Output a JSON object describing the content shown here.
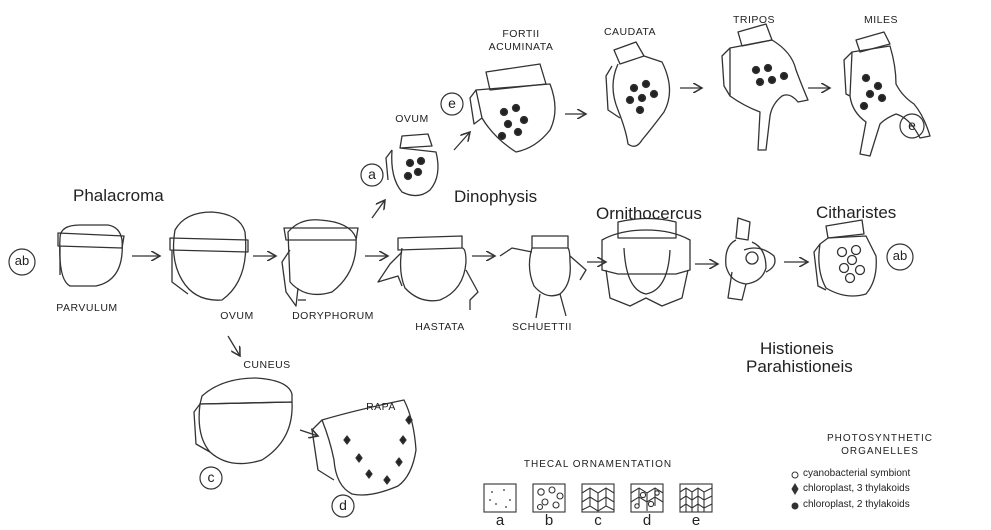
{
  "genera": {
    "phalacroma": "Phalacroma",
    "dinophysis": "Dinophysis",
    "ornithocercus": "Ornithocercus",
    "citharistes": "Citharistes",
    "histioneis": "Histioneis",
    "parahistioneis": "Parahistioneis"
  },
  "species": {
    "fortii": "FORTII",
    "acuminata": "ACUMINATA",
    "caudata": "CAUDATA",
    "tripos": "TRIPOS",
    "miles": "MILES",
    "ovum_top": "OVUM",
    "parvulum": "PARVULUM",
    "ovum_phal": "OVUM",
    "doryphorum": "DORYPHORUM",
    "hastata": "HASTATA",
    "schuettii": "SCHUETTII",
    "cuneus": "CUNEUS",
    "rapa": "RAPA"
  },
  "markers": {
    "ab_left": "ab",
    "a_ovum": "a",
    "e_fortii": "e",
    "e_miles": "e",
    "ab_right": "ab",
    "c_cuneus": "c",
    "d_rapa": "d"
  },
  "ornamentation": {
    "title": "THECAL ORNAMENTATION",
    "letters": [
      "a",
      "b",
      "c",
      "d",
      "e"
    ]
  },
  "organelles": {
    "title_line1": "PHOTOSYNTHETIC",
    "title_line2": "ORGANELLES",
    "items": [
      {
        "symbol": "open-circle",
        "text": "cyanobacterial symbiont"
      },
      {
        "symbol": "diamond",
        "text": "chloroplast, 3 thylakoids"
      },
      {
        "symbol": "filled-circle",
        "text": "chloroplast, 2 thylakoids"
      }
    ]
  }
}
